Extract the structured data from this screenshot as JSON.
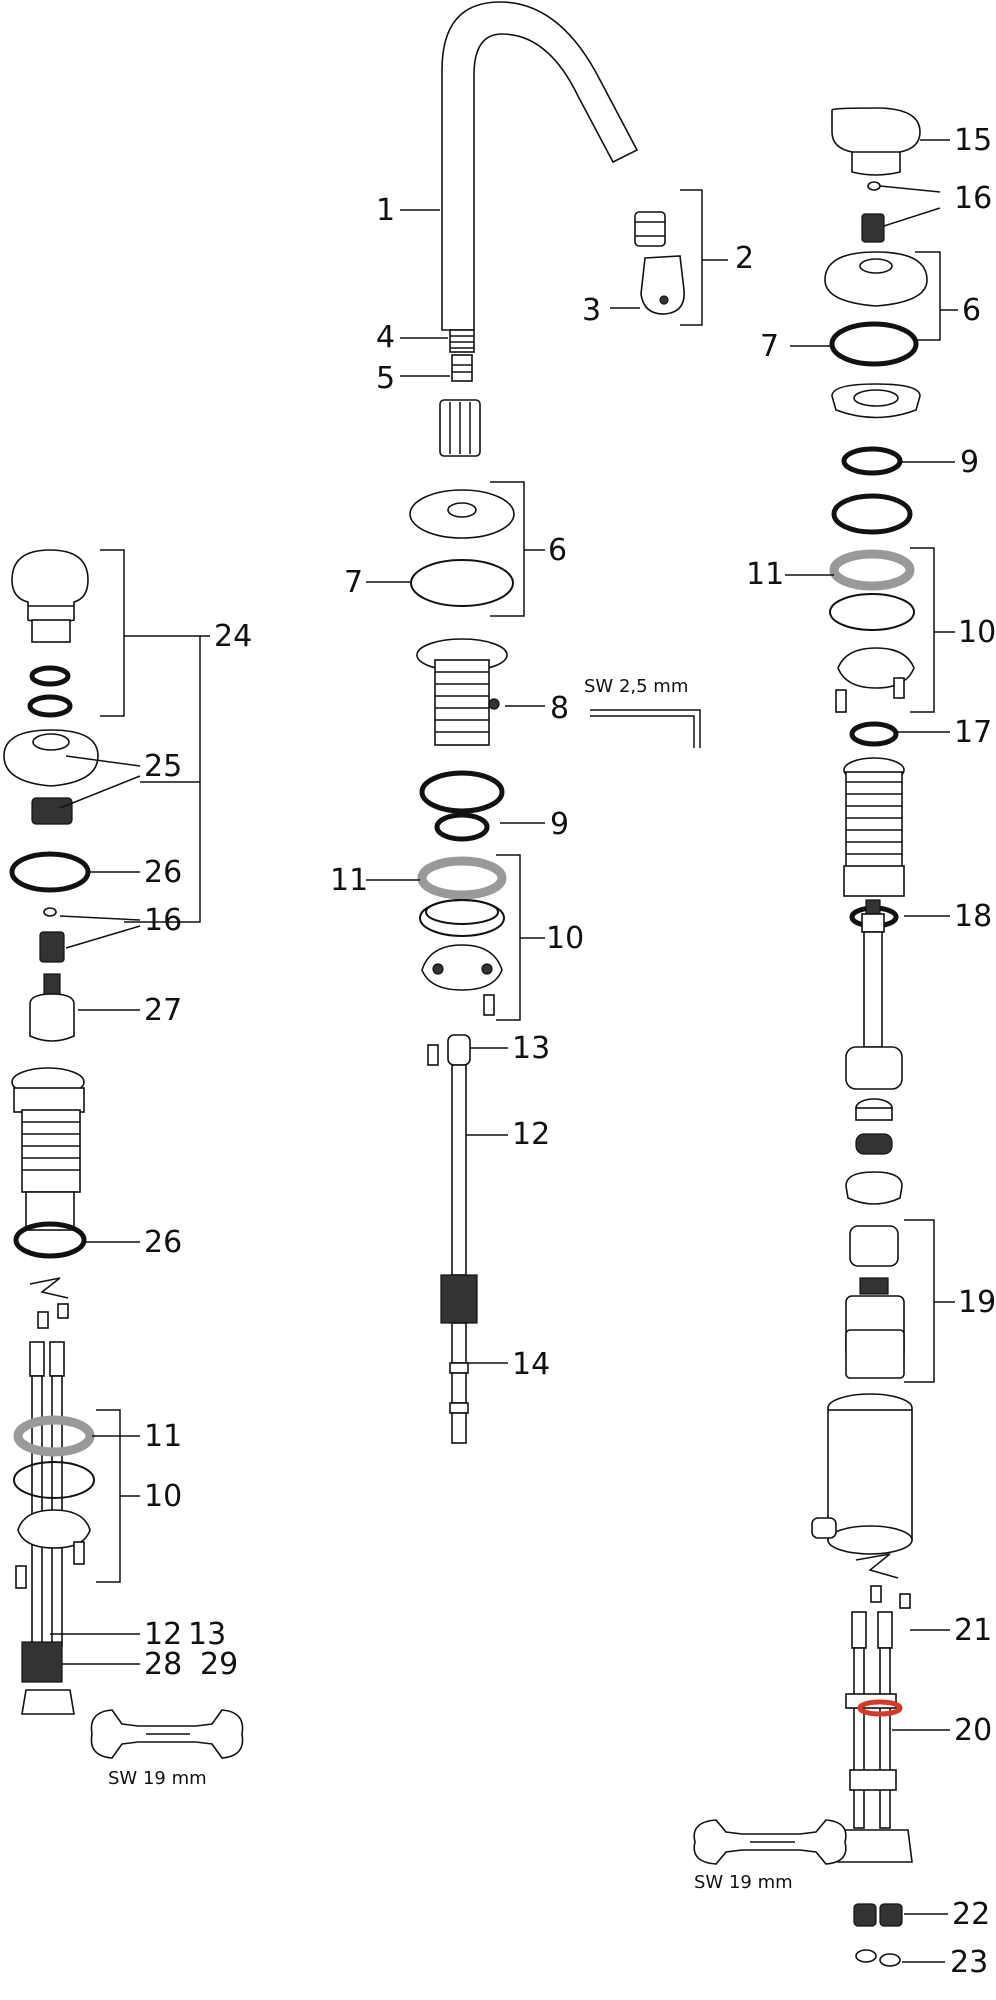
{
  "labels": {
    "l1": "1",
    "l2": "2",
    "l3": "3",
    "l4": "4",
    "l5": "5",
    "m6": "6",
    "m7": "7",
    "m8": "8",
    "m9": "9",
    "m10": "10",
    "m11": "11",
    "m12": "12",
    "m13": "13",
    "m14": "14",
    "r15": "15",
    "r16": "16",
    "r6": "6",
    "r7": "7",
    "r9": "9",
    "r11": "11",
    "r10": "10",
    "r17": "17",
    "r18": "18",
    "r19": "19",
    "r21": "21",
    "r20": "20",
    "r22": "22",
    "r23": "23",
    "a24": "24",
    "a25": "25",
    "a26": "26",
    "a16": "16",
    "a27": "27",
    "a26b": "26",
    "a11": "11",
    "a10": "10",
    "a12": "12",
    "a13": "13",
    "a28": "28",
    "a29": "29"
  },
  "tools": {
    "hex_key": "SW 2,5 mm",
    "wrench_left": "SW 19 mm",
    "wrench_right": "SW 19 mm"
  }
}
